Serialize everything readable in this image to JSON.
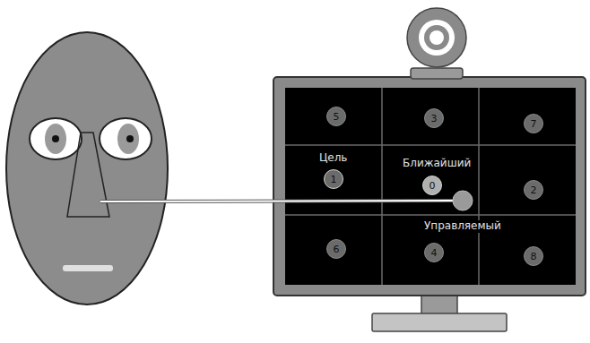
{
  "diagram": {
    "nodes": [
      {
        "text": [
          "5"
        ]
      },
      {
        "text": [
          "3"
        ]
      },
      {
        "text": [
          "7"
        ]
      },
      {
        "text": [
          "1"
        ]
      },
      {
        "text": [
          "0"
        ]
      },
      {
        "text": [
          "2"
        ]
      },
      {
        "text": [
          "6"
        ]
      },
      {
        "text": [
          "4"
        ]
      },
      {
        "text": [
          "8"
        ]
      }
    ],
    "labels": [
      "Цель",
      "Ближайший",
      "Управляемый"
    ]
  }
}
